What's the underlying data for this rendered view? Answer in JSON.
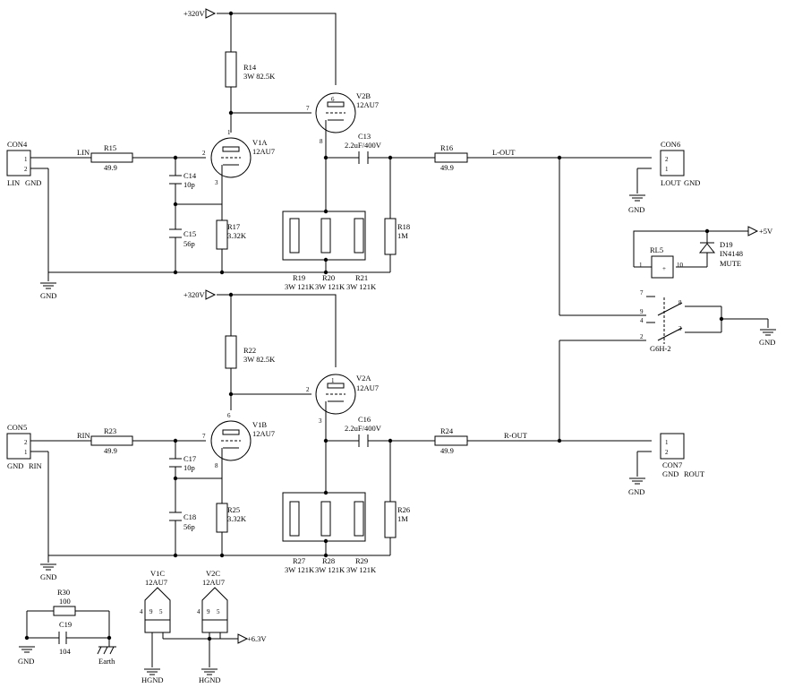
{
  "rails": {
    "hv_top": "+320V",
    "hv_bottom": "+320V",
    "plus5": "+5V",
    "plus63": "+6.3V"
  },
  "grounds": {
    "gnd": "GND",
    "hgnd": "HGND",
    "earth": "Earth"
  },
  "connectors": {
    "con4": {
      "ref": "CON4",
      "pin1": "1",
      "pin2": "2",
      "label_a": "LIN",
      "label_b": "GND"
    },
    "con5": {
      "ref": "CON5",
      "pin1": "2",
      "pin2": "1",
      "label_a": "GND",
      "label_b": "RIN"
    },
    "con6": {
      "ref": "CON6",
      "pin1": "2",
      "pin2": "1",
      "label_a": "LOUT",
      "label_b": "GND"
    },
    "con7": {
      "ref": "CON7",
      "pin1": "1",
      "pin2": "2",
      "label_a": "GND",
      "label_b": "ROUT"
    }
  },
  "nets": {
    "lin": "LIN",
    "rin": "RIN",
    "lout": "L-OUT",
    "rout": "R-OUT"
  },
  "resistors": {
    "r14": {
      "ref": "R14",
      "value": "3W 82.5K"
    },
    "r15": {
      "ref": "R15",
      "value": "49.9"
    },
    "r16": {
      "ref": "R16",
      "value": "49.9"
    },
    "r17": {
      "ref": "R17",
      "value": "3.32K"
    },
    "r18": {
      "ref": "R18",
      "value": "1M"
    },
    "r19": {
      "ref": "R19",
      "value": "3W 121K"
    },
    "r20": {
      "ref": "R20",
      "value": "3W 121K"
    },
    "r21": {
      "ref": "R21",
      "value": "3W 121K"
    },
    "r22": {
      "ref": "R22",
      "value": "3W 82.5K"
    },
    "r23": {
      "ref": "R23",
      "value": "49.9"
    },
    "r24": {
      "ref": "R24",
      "value": "49.9"
    },
    "r25": {
      "ref": "R25",
      "value": "3.32K"
    },
    "r26": {
      "ref": "R26",
      "value": "1M"
    },
    "r27": {
      "ref": "R27",
      "value": "3W 121K"
    },
    "r28": {
      "ref": "R28",
      "value": "3W 121K"
    },
    "r29": {
      "ref": "R29",
      "value": "3W 121K"
    },
    "r30": {
      "ref": "R30",
      "value": "100"
    }
  },
  "capacitors": {
    "c13": {
      "ref": "C13",
      "value": "2.2uF/400V"
    },
    "c14": {
      "ref": "C14",
      "value": "10p"
    },
    "c15": {
      "ref": "C15",
      "value": "56p"
    },
    "c16": {
      "ref": "C16",
      "value": "2.2uF/400V"
    },
    "c17": {
      "ref": "C17",
      "value": "10p"
    },
    "c18": {
      "ref": "C18",
      "value": "56p"
    },
    "c19": {
      "ref": "C19",
      "value": "104"
    }
  },
  "tubes": {
    "v1a": {
      "ref": "V1A",
      "type": "12AU7",
      "p1": "1",
      "p2": "2",
      "p3": "3"
    },
    "v2b": {
      "ref": "V2B",
      "type": "12AU7",
      "p1": "6",
      "p2": "7",
      "p3": "8"
    },
    "v1b": {
      "ref": "V1B",
      "type": "12AU7",
      "p1": "6",
      "p2": "7",
      "p3": "8"
    },
    "v2a": {
      "ref": "V2A",
      "type": "12AU7",
      "p1": "1",
      "p2": "2",
      "p3": "3"
    },
    "v1c": {
      "ref": "V1C",
      "type": "12AU7",
      "p1": "4",
      "p2": "9",
      "p3": "5"
    },
    "v2c": {
      "ref": "V2C",
      "type": "12AU7",
      "p1": "4",
      "p2": "9",
      "p3": "5"
    }
  },
  "diode": {
    "ref": "D19",
    "value": "IN4148"
  },
  "relay": {
    "ref": "RL5",
    "pin_a": "1",
    "pin_b": "10",
    "net": "MUTE",
    "switch": "G6H-2",
    "sp7": "7",
    "sp9": "9",
    "sp4": "4",
    "sp8": "8",
    "sp2": "2",
    "sp3": "3"
  }
}
